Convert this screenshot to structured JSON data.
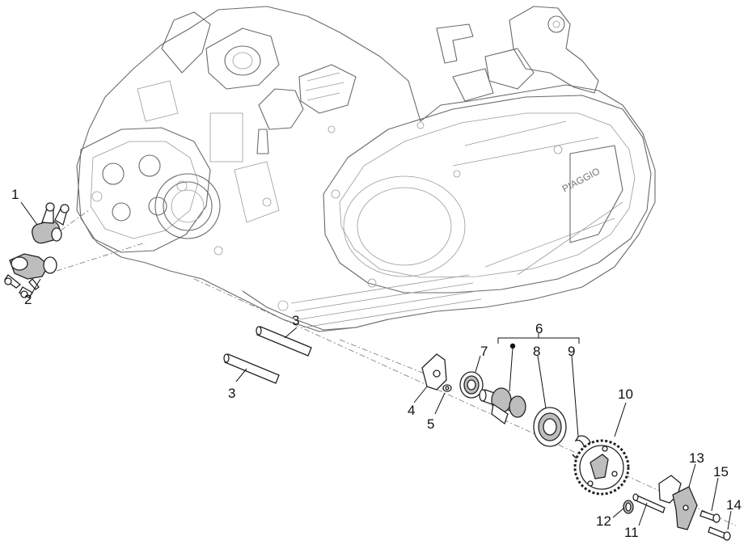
{
  "engine": {
    "brand_text": "PIAGGIO"
  },
  "callouts": [
    {
      "id": "c1",
      "text": "1"
    },
    {
      "id": "c2",
      "text": "2"
    },
    {
      "id": "c3a",
      "text": "3"
    },
    {
      "id": "c3b",
      "text": "3"
    },
    {
      "id": "c4",
      "text": "4"
    },
    {
      "id": "c5",
      "text": "5"
    },
    {
      "id": "c6",
      "text": "6"
    },
    {
      "id": "c7",
      "text": "7"
    },
    {
      "id": "c8",
      "text": "8"
    },
    {
      "id": "c9",
      "text": "9"
    },
    {
      "id": "c10",
      "text": "10"
    },
    {
      "id": "c11",
      "text": "11"
    },
    {
      "id": "c12",
      "text": "12"
    },
    {
      "id": "c13",
      "text": "13"
    },
    {
      "id": "c14",
      "text": "14"
    },
    {
      "id": "c15",
      "text": "15"
    }
  ]
}
